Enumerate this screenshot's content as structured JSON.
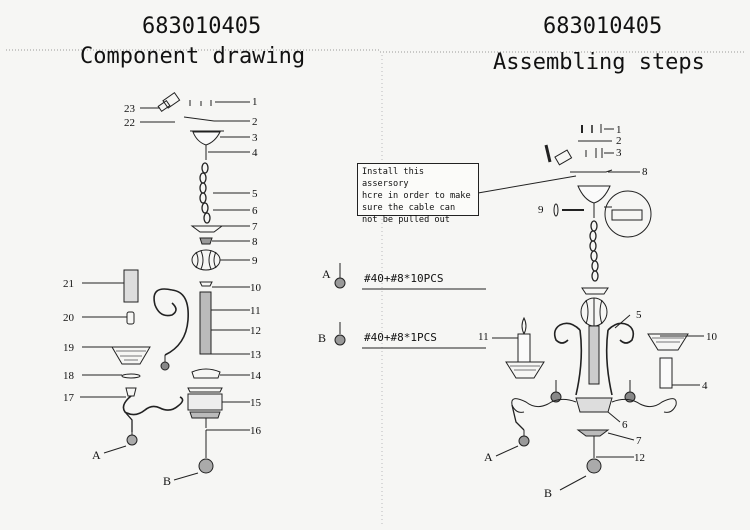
{
  "left": {
    "code": "683010405",
    "heading": "Component drawing",
    "part_numbers": [
      "1",
      "2",
      "3",
      "4",
      "5",
      "6",
      "7",
      "8",
      "9",
      "10",
      "11",
      "12",
      "13",
      "14",
      "15",
      "16",
      "17",
      "18",
      "19",
      "20",
      "21",
      "22",
      "23"
    ],
    "letters": [
      "A",
      "B"
    ]
  },
  "right": {
    "code": "683010405",
    "heading": "Assembling steps",
    "note": "Install this assersory\nhcre in order to make\nsure the cable can\nnot be pulled out",
    "part_numbers": [
      "1",
      "2",
      "3",
      "4",
      "5",
      "6",
      "7",
      "8",
      "9",
      "10",
      "11",
      "12"
    ],
    "letters": [
      "A",
      "B"
    ]
  },
  "specs": [
    {
      "letter": "A",
      "text": "#40+#8*10PCS"
    },
    {
      "letter": "B",
      "text": "#40+#8*1PCS"
    }
  ]
}
